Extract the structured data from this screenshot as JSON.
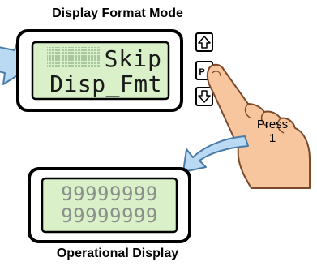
{
  "diagram": {
    "title": "Display Format Mode",
    "caption": "Operational Display",
    "top_display": {
      "line1": "Skip",
      "line2": "Disp_Fmt"
    },
    "bottom_display": {
      "line1": "99999999",
      "line2": "99999999"
    },
    "buttons": {
      "up": "up-arrow-icon",
      "prog": "P",
      "down": "down-arrow-icon"
    },
    "callout": {
      "line1": "Press",
      "line2": "1"
    }
  },
  "colors": {
    "lcd_background": "#d9f0c9",
    "lcd_frame": "#000000",
    "arrow_fill": "#b9daf2",
    "arrow_stroke": "#4a7ba8",
    "hand_fill": "#f7c59e",
    "hand_stroke": "#7a4a2a",
    "pixel_dim": "#a9c7a0"
  }
}
